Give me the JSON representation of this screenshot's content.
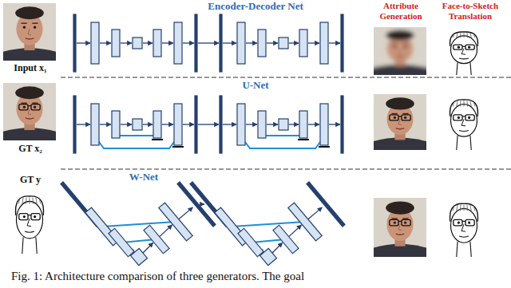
{
  "diagram": {
    "caption": "Fig. 1: Architecture comparison of three generators. The goal",
    "labels": [
      "Encoder-Decoder Net",
      "Attribute Generation",
      "Face-to-Sketch Translation",
      "Input x₁",
      "U-Net",
      "GT x₂",
      "W-Net",
      "GT y"
    ]
  }
}
